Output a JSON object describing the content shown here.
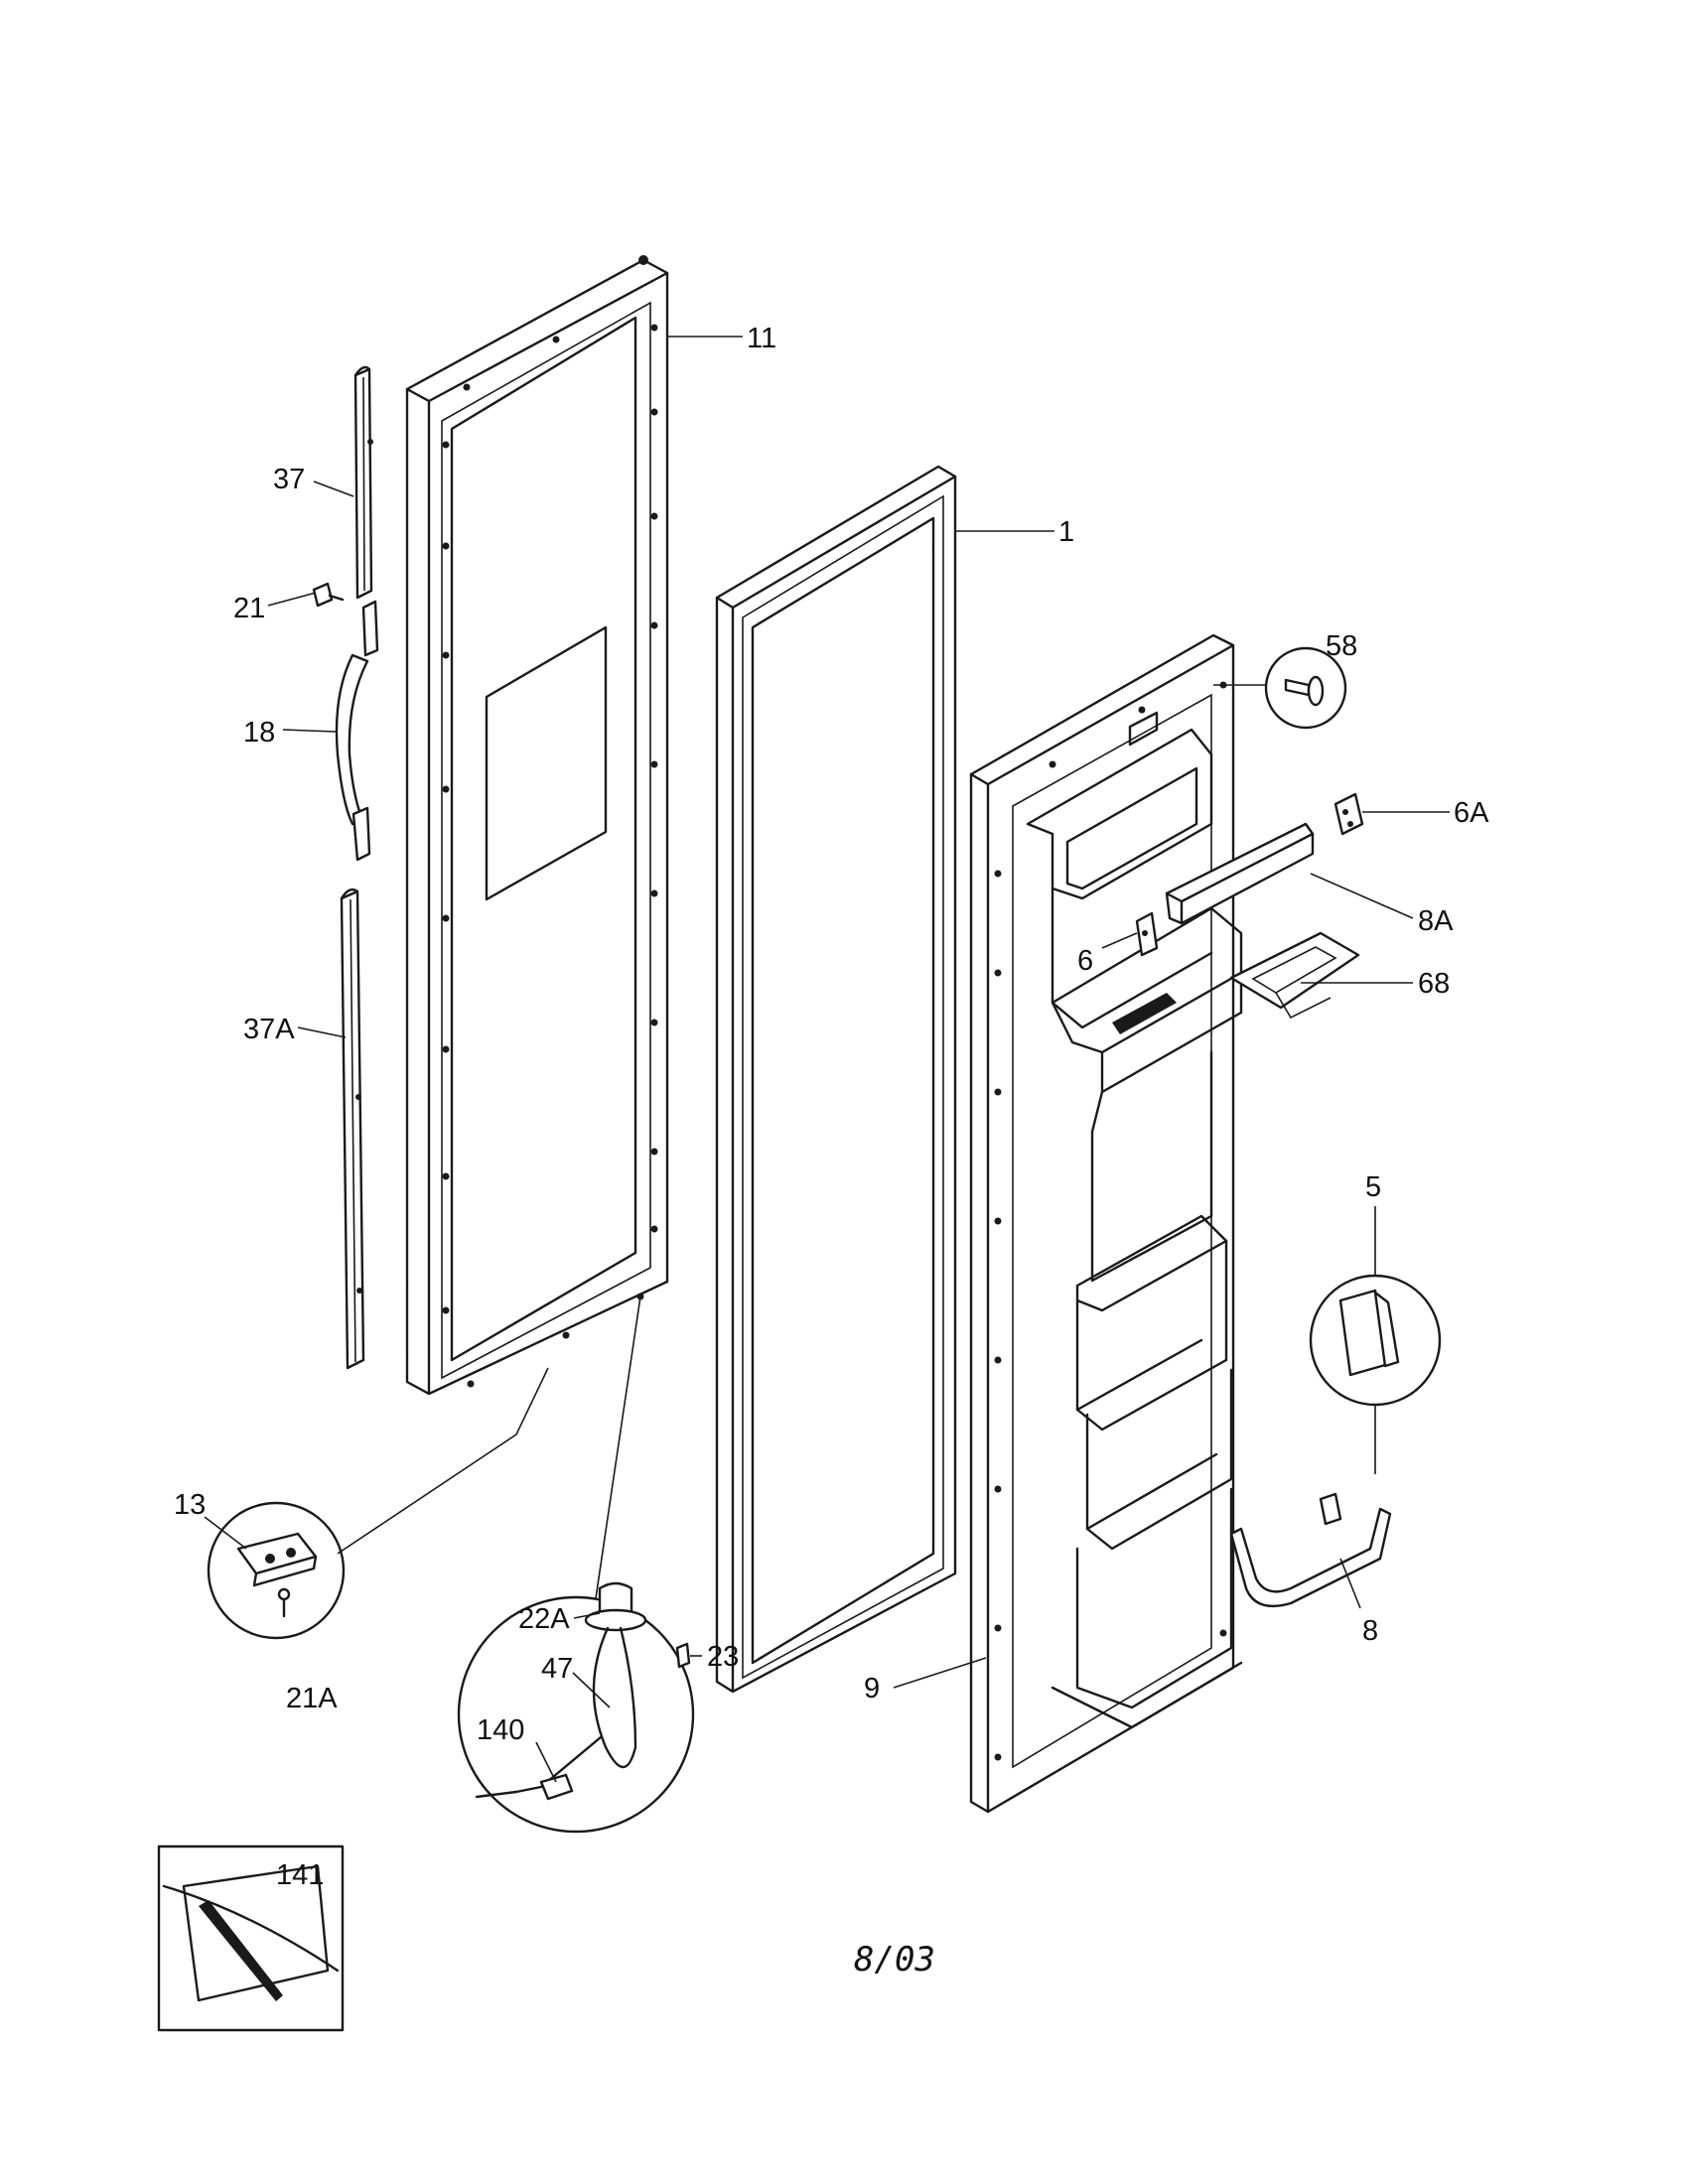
{
  "colors": {
    "ink": "#1a1a1a",
    "paper": "#ffffff"
  },
  "callouts": [
    {
      "id": "11",
      "text": "11"
    },
    {
      "id": "37",
      "text": "37"
    },
    {
      "id": "21",
      "text": "21"
    },
    {
      "id": "18",
      "text": "18"
    },
    {
      "id": "37A",
      "text": "37A"
    },
    {
      "id": "1",
      "text": "1"
    },
    {
      "id": "58",
      "text": "58"
    },
    {
      "id": "6A",
      "text": "6A"
    },
    {
      "id": "8A",
      "text": "8A"
    },
    {
      "id": "6",
      "text": "6"
    },
    {
      "id": "68",
      "text": "68"
    },
    {
      "id": "5",
      "text": "5"
    },
    {
      "id": "13",
      "text": "13"
    },
    {
      "id": "21A",
      "text": "21A"
    },
    {
      "id": "22A",
      "text": "22A"
    },
    {
      "id": "47",
      "text": "47"
    },
    {
      "id": "23",
      "text": "23"
    },
    {
      "id": "140",
      "text": "140"
    },
    {
      "id": "9",
      "text": "9"
    },
    {
      "id": "8",
      "text": "8"
    },
    {
      "id": "141",
      "text": "141"
    }
  ],
  "date_stamp": "8/03"
}
